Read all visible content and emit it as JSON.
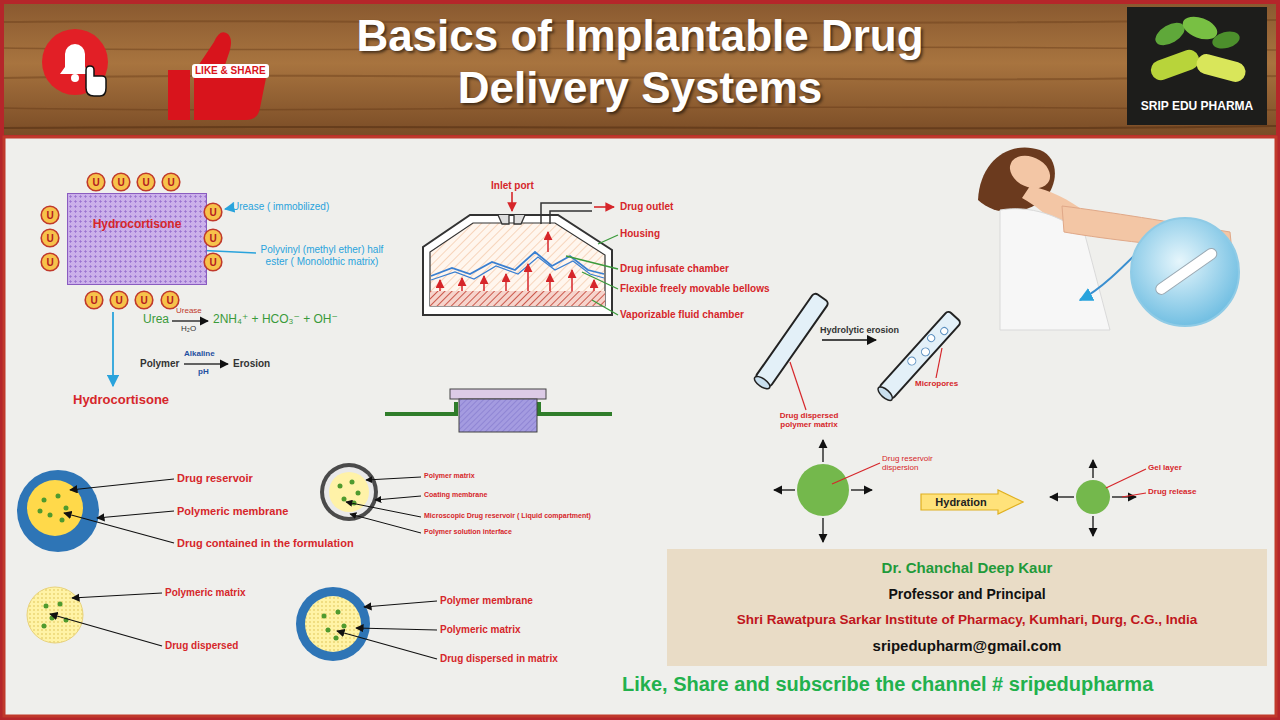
{
  "diagram": {
    "title": "Basics of Implantable Drug Delivery Systems",
    "nodes": [
      {
        "text": [
          "Hydrocortisone"
        ]
      },
      {
        "text": [
          "U"
        ]
      },
      {
        "text": [
          "U"
        ]
      },
      {
        "text": [
          "U"
        ]
      },
      {
        "text": [
          "U"
        ]
      },
      {
        "text": [
          "U"
        ]
      },
      {
        "text": [
          "U"
        ]
      },
      {
        "text": [
          "U"
        ]
      },
      {
        "text": [
          "U"
        ]
      },
      {
        "text": [
          "U"
        ]
      },
      {
        "text": [
          "U"
        ]
      },
      {
        "text": [
          "U"
        ]
      },
      {
        "text": [
          "U"
        ]
      },
      {
        "text": [
          "U"
        ]
      },
      {
        "text": [
          "U"
        ]
      },
      {
        "text": [
          "Hydration"
        ]
      },
      {
        "text": [
          "Dr. Chanchal Deep Kaur",
          "Professor and Principal",
          "Shri Rawatpura Sarkar Institute of Pharmacy, Kumhari, Durg, C.G., India",
          "sripedupharm@gmail.com"
        ]
      }
    ],
    "labels": [
      "SRIP EDU PHARMA",
      "LIKE & SHARE",
      "Urease ( immobilized)",
      "Polyvinyl (methyl ether) half ester ( Monolothic matrix)",
      "Urea",
      "Urease",
      "H₂O",
      "2NH₄⁺ + HCO₃⁻ + OH⁻",
      "Polymer",
      "Alkaline",
      "pH",
      "Erosion",
      "Hydrocortisone",
      "Inlet port",
      "Drug outlet",
      "Housing",
      "Drug infusate chamber",
      "Flexible freely movable bellows",
      "Vaporizable fluid chamber",
      "Hydrolytic erosion",
      "Micropores",
      "Drug dispersed polymer matrix",
      "Drug reservoir dispersion",
      "Gel layer",
      "Drug release",
      "Drug reservoir",
      "Polymeric membrane",
      "Drug contained in the formulation",
      "Polymer matrix",
      "Coating membrane",
      "Microscopic Drug reservoir ( Liquid compartment)",
      "Polymer solution interface",
      "Polymeric matrix",
      "Drug dispersed",
      "Polymer membrane",
      "Polymeric matrix",
      "Drug dispersed in matrix",
      "Like, Share and subscribe the channel # sripedupharma"
    ]
  }
}
